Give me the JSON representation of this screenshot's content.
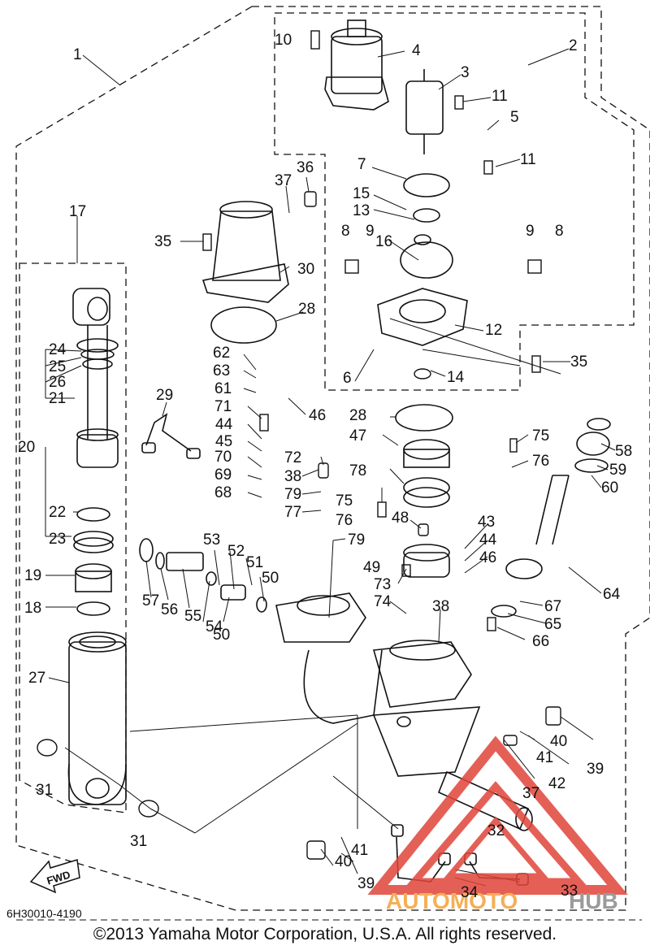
{
  "diagram": {
    "part_code": "6H30010-4190",
    "copyright": "©2013 Yamaha Motor Corporation, U.S.A. All rights reserved.",
    "fwd_label": "FWD",
    "watermark": {
      "word_a": "AUTOMOTO",
      "word_b": "HUB",
      "color_a": "#f2a23a",
      "color_b": "#8a8a8a",
      "triangle_color": "#e0453a"
    },
    "callouts": [
      "1",
      "2",
      "3",
      "4",
      "5",
      "6",
      "7",
      "8",
      "8",
      "9",
      "9",
      "10",
      "11",
      "11",
      "12",
      "13",
      "14",
      "15",
      "16",
      "17",
      "18",
      "19",
      "20",
      "21",
      "22",
      "23",
      "24",
      "25",
      "26",
      "27",
      "28",
      "28",
      "29",
      "30",
      "31",
      "31",
      "32",
      "33",
      "34",
      "35",
      "35",
      "36",
      "37",
      "37",
      "38",
      "38",
      "39",
      "39",
      "40",
      "40",
      "41",
      "41",
      "42",
      "43",
      "44",
      "44",
      "45",
      "46",
      "46",
      "47",
      "48",
      "49",
      "50",
      "50",
      "51",
      "52",
      "53",
      "54",
      "55",
      "56",
      "57",
      "58",
      "59",
      "60",
      "61",
      "62",
      "63",
      "64",
      "65",
      "66",
      "67",
      "68",
      "69",
      "70",
      "71",
      "72",
      "73",
      "74",
      "75",
      "75",
      "76",
      "76",
      "77",
      "78",
      "79",
      "79"
    ]
  }
}
